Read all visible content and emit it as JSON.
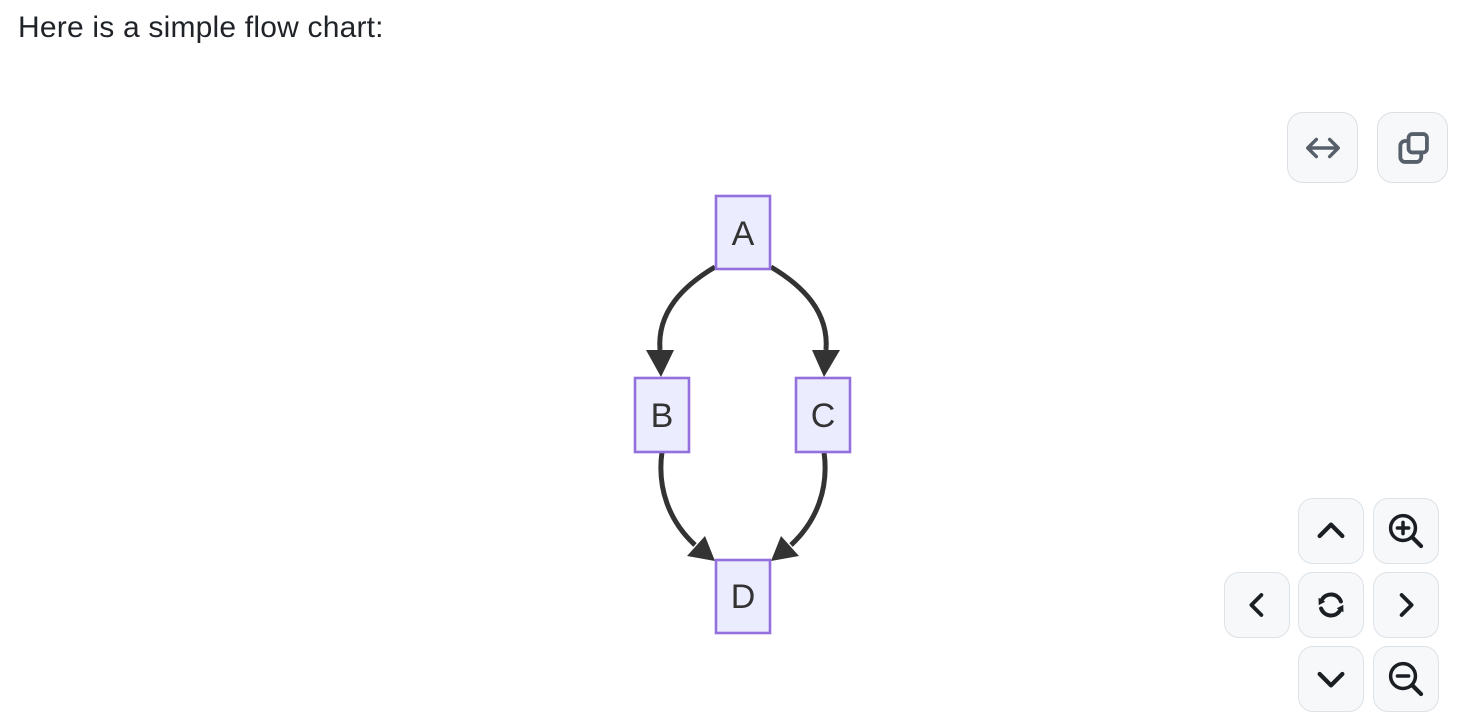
{
  "page": {
    "intro_text": "Here is a simple flow chart:",
    "background": "#ffffff",
    "text_color": "#1f2328"
  },
  "diagram": {
    "type": "flowchart",
    "direction": "top-down",
    "nodes": [
      {
        "id": "A",
        "label": "A"
      },
      {
        "id": "B",
        "label": "B"
      },
      {
        "id": "C",
        "label": "C"
      },
      {
        "id": "D",
        "label": "D"
      }
    ],
    "edges": [
      {
        "from": "A",
        "to": "B"
      },
      {
        "from": "A",
        "to": "C"
      },
      {
        "from": "B",
        "to": "D"
      },
      {
        "from": "C",
        "to": "D"
      }
    ],
    "colors": {
      "node_fill": "#ECECFF",
      "node_border": "#9370DB",
      "edge": "#333333",
      "node_text": "#333333"
    }
  },
  "toolbar": {
    "buttons": [
      {
        "name": "expand-width",
        "icon": "horizontal-arrows-icon"
      },
      {
        "name": "copy",
        "icon": "copy-icon"
      }
    ],
    "button_bg": "#f6f8fa",
    "icon_color": "#57606a"
  },
  "pan_zoom": {
    "buttons": [
      {
        "name": "pan-up",
        "icon": "chevron-up-icon"
      },
      {
        "name": "zoom-in",
        "icon": "zoom-in-icon"
      },
      {
        "name": "pan-left",
        "icon": "chevron-left-icon"
      },
      {
        "name": "reset-view",
        "icon": "reset-sync-icon"
      },
      {
        "name": "pan-right",
        "icon": "chevron-right-icon"
      },
      {
        "name": "pan-down",
        "icon": "chevron-down-icon"
      },
      {
        "name": "zoom-out",
        "icon": "zoom-out-icon"
      }
    ],
    "icon_color": "#1b1f23"
  }
}
